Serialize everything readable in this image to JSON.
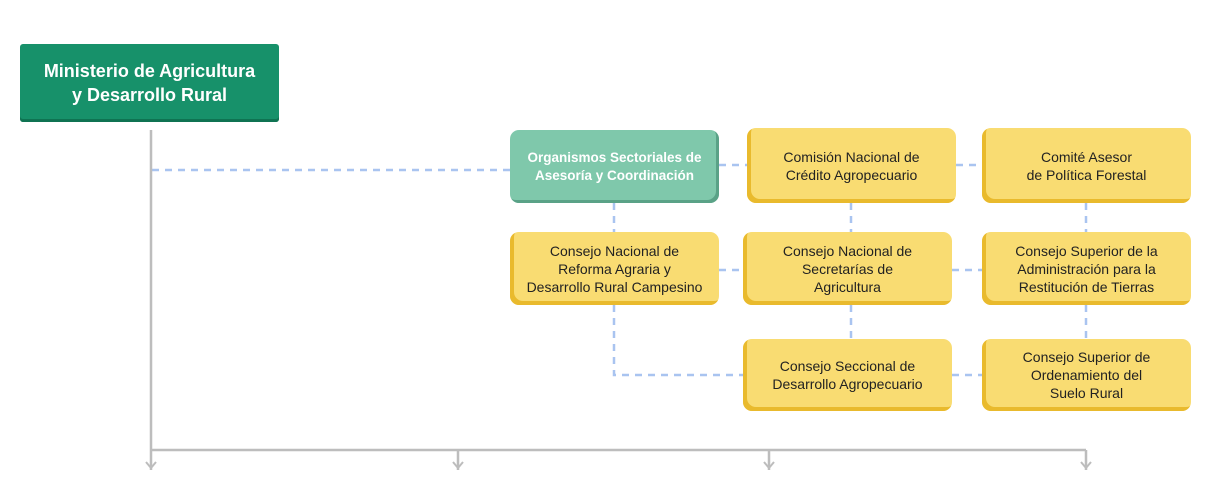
{
  "colors": {
    "root": "#17916a",
    "sectoral": "#7fc8ab",
    "council": "#f9dc72",
    "council_edge": "#e9ba2d",
    "dashed_link": "#a9c4f0",
    "trunk": "#bdbdbd"
  },
  "root": {
    "label": "Ministerio de Agricultura\ny Desarrollo Rural"
  },
  "boxes": {
    "sectoral": "Organismos Sectoriales de\nAsesoría y Coordinación",
    "credito": "Comisión Nacional de\nCrédito Agropecuario",
    "forestal": "Comité Asesor\nde Política Forestal",
    "reforma": "Consejo Nacional de\nReforma Agraria y\nDesarrollo Rural Campesino",
    "secretarias": "Consejo Nacional de\nSecretarías de\nAgricultura",
    "restitucion": "Consejo Superior de la\nAdministración para la\nRestitución de Tierras",
    "seccional": "Consejo Seccional de\nDesarrollo Agropecuario",
    "ordenamiento": "Consejo Superior de\nOrdenamiento del\nSuelo Rural"
  }
}
